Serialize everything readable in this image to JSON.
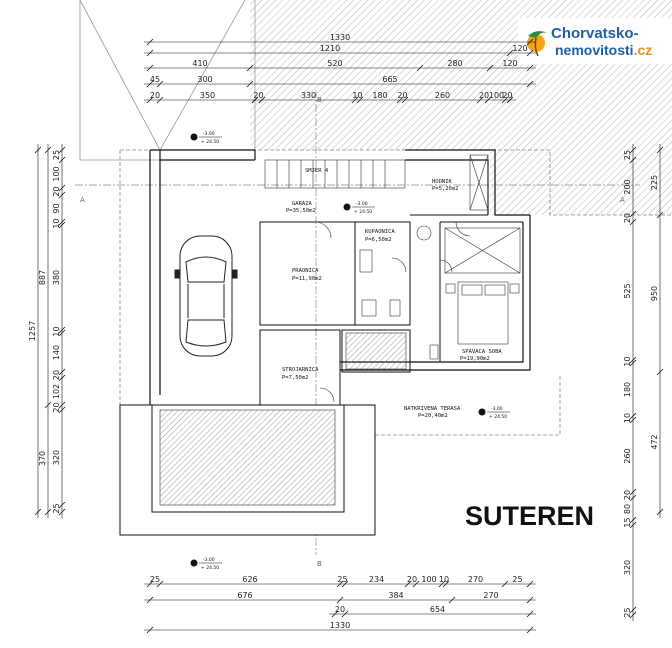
{
  "logo": {
    "line1": "Chorvatsko-",
    "line2": "nemovitosti",
    "suffix": ".cz"
  },
  "plan_title": "SUTEREN",
  "section_labels": {
    "a_left": "A",
    "a_right": "A",
    "b_top": "B",
    "b_bottom": "B"
  },
  "levels": {
    "l1_top": "-3.00",
    "l1_bot": "+ 24.50",
    "l2_top": "-3.00",
    "l2_bot": "+ 24.50",
    "l3_top": "-3.00",
    "l3_bot": "+ 24.50",
    "l4_top": "-3.00",
    "l4_bot": "+ 24.50"
  },
  "rooms": {
    "garaza_name": "GARAZA",
    "garaza_area": "P=35,50m2",
    "hodnik_name": "HODNIK",
    "hodnik_area": "P=5,20m2",
    "stairs_note": "SMJER 4",
    "kupaonica_name": "KUPAONICA",
    "kupaonica_area": "P=6,50m2",
    "pracnica_name": "PRAONICA",
    "pracnica_area": "P=11,90m2",
    "spavaca_name": "SPAVACA SOBA",
    "spavaca_area": "P=19,90m2",
    "strojarnica_name": "STROJARNICA",
    "strojarnica_area": "P=7,50m2",
    "terasa_name": "NATKRIVENA TERASA",
    "terasa_area": "P=20,40m2"
  },
  "dims_top": {
    "r1": [
      "1330"
    ],
    "r2": [
      "1210",
      "120"
    ],
    "r3": [
      "410",
      "520",
      "280",
      "120"
    ],
    "r4": [
      "45",
      "300",
      "665"
    ],
    "r5": [
      "20",
      "350",
      "20",
      "330",
      "10",
      "180",
      "20",
      "260",
      "20",
      "100",
      "20"
    ]
  },
  "dims_bottom": {
    "r1": [
      "25",
      "626",
      "25",
      "234",
      "20",
      "100",
      "10",
      "270",
      "25"
    ],
    "r2": [
      "676",
      "384",
      "270"
    ],
    "r3": [
      "20",
      "654"
    ],
    "r4": [
      "1330"
    ]
  },
  "dims_left": {
    "outer": "1257",
    "mid": [
      "887",
      "370"
    ],
    "inner": [
      "25",
      "100",
      "20",
      "90",
      "10",
      "380",
      "10",
      "140",
      "20",
      "102",
      "20",
      "320",
      "25"
    ]
  },
  "dims_right": {
    "a": [
      "25",
      "200",
      "20",
      "525",
      "10",
      "180",
      "10",
      "260",
      "20",
      "80",
      "15",
      "320",
      "25"
    ],
    "b": [
      "225",
      "950",
      "472"
    ]
  }
}
